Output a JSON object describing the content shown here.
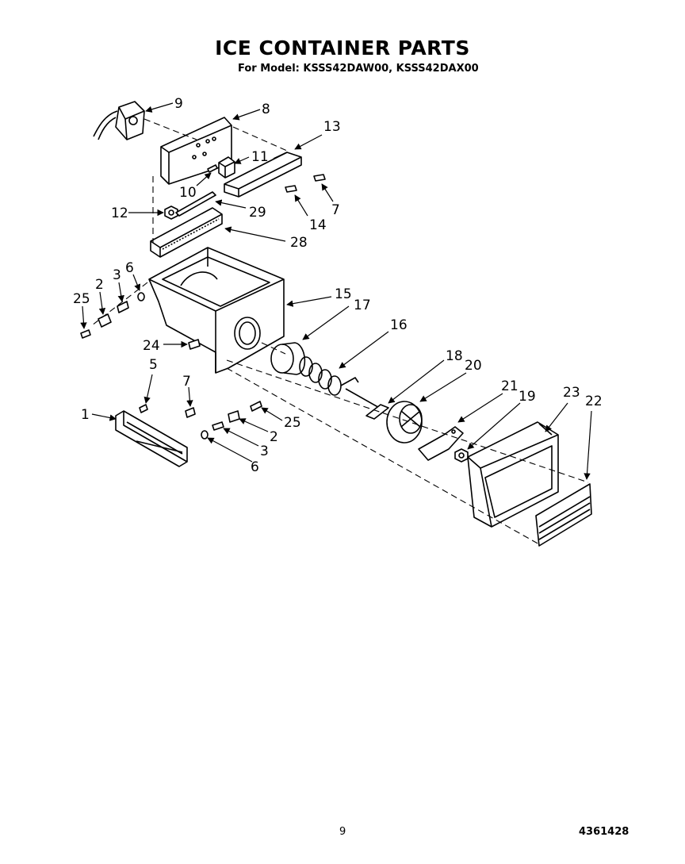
{
  "title": "ICE CONTAINER PARTS",
  "subtitle": "For Model: KSSS42DAW00, KSSS42DAX00",
  "page_number": "9",
  "document_number": "4361428",
  "callouts": {
    "c1": "1",
    "c2a": "2",
    "c2b": "2",
    "c3a": "3",
    "c3b": "3",
    "c5": "5",
    "c6a": "6",
    "c6b": "6",
    "c7a": "7",
    "c7b": "7",
    "c8": "8",
    "c9": "9",
    "c10": "10",
    "c11": "11",
    "c12": "12",
    "c13": "13",
    "c14": "14",
    "c15": "15",
    "c16": "16",
    "c17": "17",
    "c18": "18",
    "c19": "19",
    "c20": "20",
    "c21": "21",
    "c22": "22",
    "c23": "23",
    "c24": "24",
    "c25a": "25",
    "c25b": "25",
    "c28": "28",
    "c29": "29"
  }
}
